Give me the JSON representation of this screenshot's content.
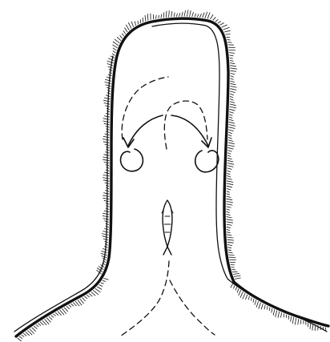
{
  "diagram": {
    "labels": [],
    "colors": {
      "ink": "#111111",
      "background": "#ffffff"
    },
    "elements": [
      "channel-outer-bank",
      "channel-inner-bank",
      "bank-hatching",
      "left-current-loop",
      "right-current-loop",
      "fish",
      "flow-dashed-paths"
    ]
  }
}
